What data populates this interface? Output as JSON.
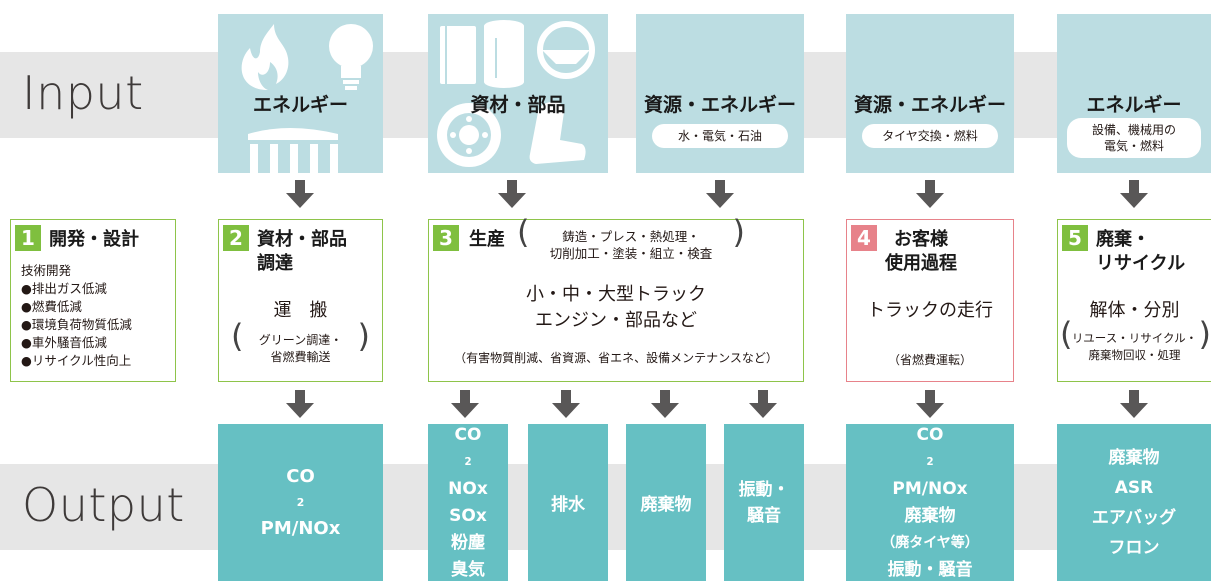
{
  "labels": {
    "input": "Input",
    "output": "Output"
  },
  "inputs": [
    {
      "title": "エネルギー",
      "note": ""
    },
    {
      "title": "資材・部品",
      "note": ""
    },
    {
      "title": "資源・エネルギー",
      "note": "水・電気・石油"
    },
    {
      "title": "資源・エネルギー",
      "note": "タイヤ交換・燃料"
    },
    {
      "title": "エネルギー",
      "note_lines": [
        "設備、機械用の",
        "電気・燃料"
      ]
    }
  ],
  "stage1": {
    "num": "1",
    "title": "開発・設計",
    "lines": [
      "技術開発",
      "●排出ガス低減",
      "●燃費低減",
      "●環境負荷物質低減",
      "●車外騒音低減",
      "●リサイクル性向上"
    ]
  },
  "stage2": {
    "num": "2",
    "title_lines": [
      "資材・部品",
      "調達"
    ],
    "main": "運　搬",
    "sub_lines": [
      "グリーン調達・",
      "省燃費輸送"
    ]
  },
  "stage3": {
    "num": "3",
    "title": "生産",
    "process_lines": [
      "鋳造・プレス・熱処理・",
      "切削加工・塗装・組立・検査"
    ],
    "main_lines": [
      "小・中・大型トラック",
      "エンジン・部品など"
    ],
    "note": "（有害物質削減、省資源、省エネ、設備メンテナンスなど）"
  },
  "stage4": {
    "num": "4",
    "title_lines": [
      "お客様",
      "使用過程"
    ],
    "main": "トラックの走行",
    "sub": "（省燃費運転）"
  },
  "stage5": {
    "num": "5",
    "title_lines": [
      "廃棄・",
      "リサイクル"
    ],
    "main": "解体・分別",
    "sub_lines": [
      "リユース・リサイクル・",
      "廃棄物回収・処理"
    ]
  },
  "outputs": {
    "o2": [
      "CO2",
      "PM/NOx"
    ],
    "o3a": [
      "CO2",
      "NOx",
      "SOx",
      "粉塵",
      "臭気"
    ],
    "o3b": [
      "排水"
    ],
    "o3c": [
      "廃棄物"
    ],
    "o3d": [
      "振動・",
      "騒音"
    ],
    "o4": [
      "CO2",
      "PM/NOx",
      "廃棄物",
      "（廃タイヤ等）",
      "振動・騒音"
    ],
    "o5": [
      "廃棄物",
      "ASR",
      "エアバッグ",
      "フロン"
    ]
  },
  "colors": {
    "input_fill": "#bcdde2",
    "output_fill": "#66c0c3",
    "green": "#7fbf3f",
    "red": "#e7828a",
    "band": "#e6e6e6",
    "arrow": "#595757"
  }
}
